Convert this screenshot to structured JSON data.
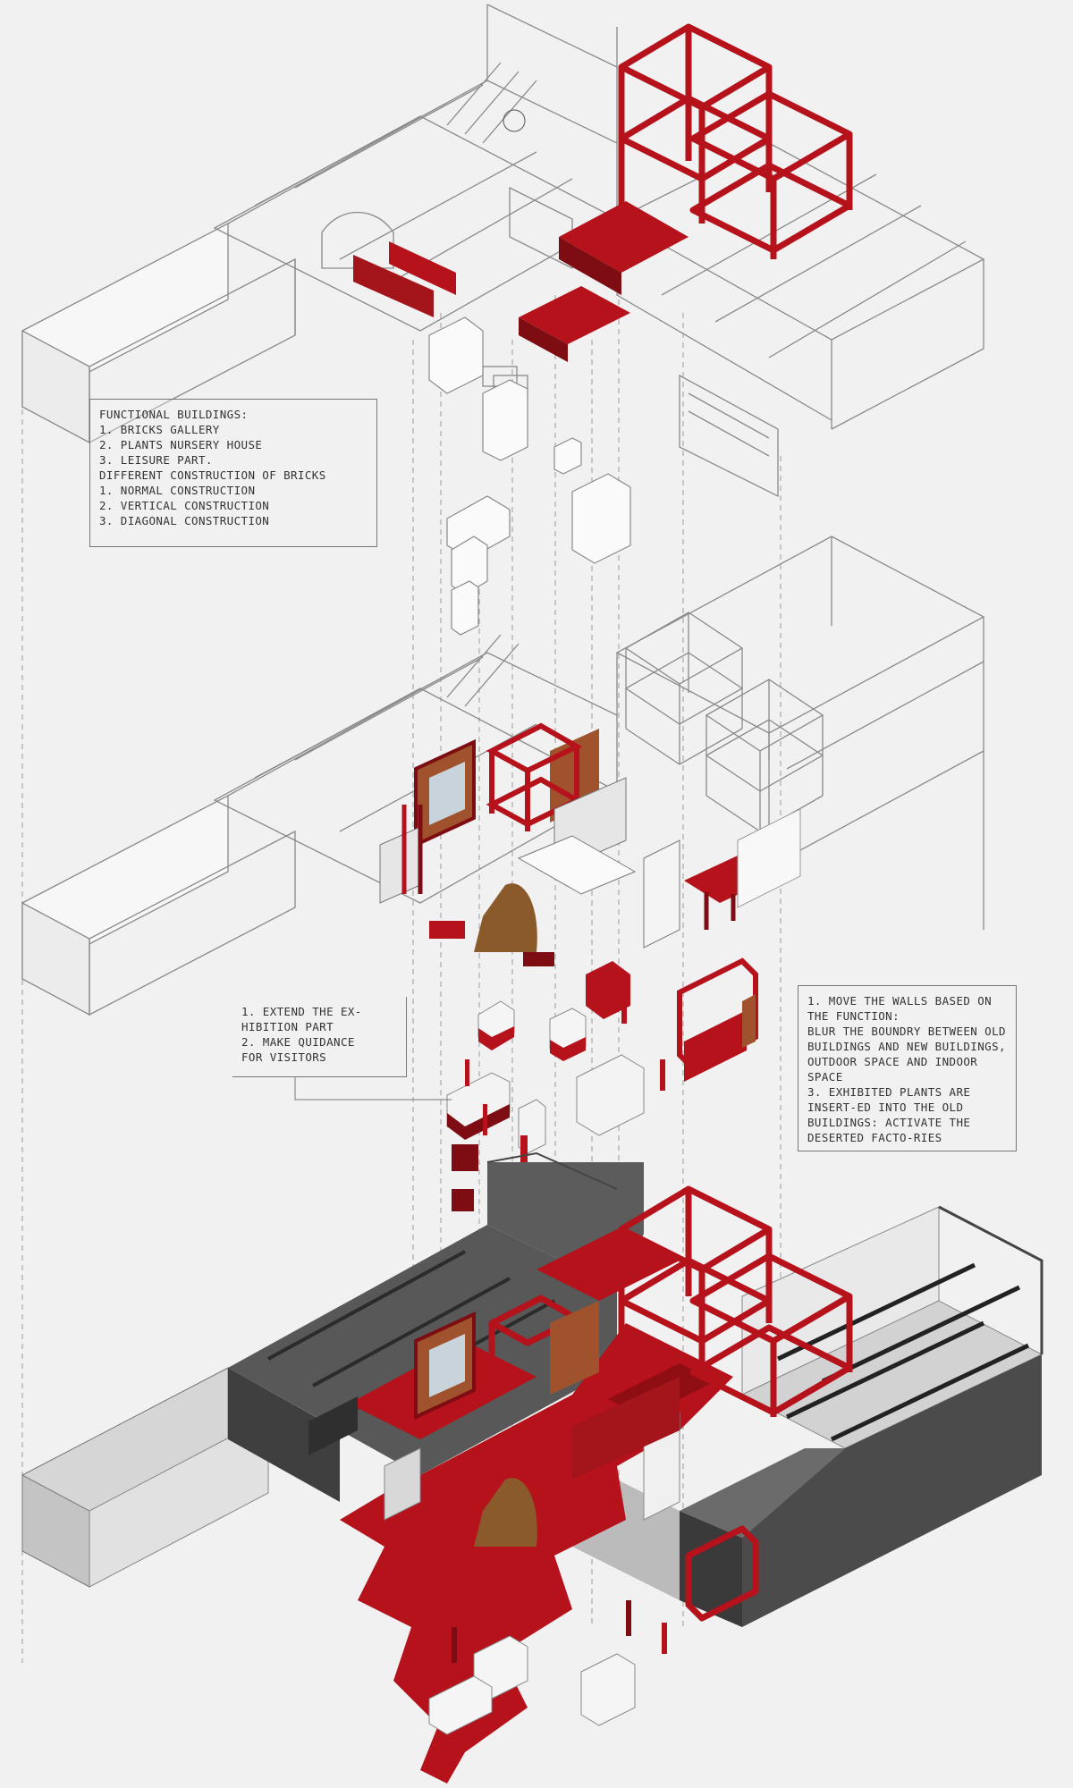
{
  "notes": {
    "functional": {
      "lines": [
        "FUNCTIONAL BUILDINGS:",
        "1. BRICKS GALLERY",
        "2. PLANTS NURSERY HOUSE",
        "3. LEISURE PART.",
        "DIFFERENT CONSTRUCTION OF BRICKS",
        "1. NORMAL CONSTRUCTION",
        "2. VERTICAL CONSTRUCTION",
        "3. DIAGONAL CONSTRUCTION"
      ]
    },
    "extend": {
      "lines": [
        "1. EXTEND THE EX-",
        "HIBITION PART",
        "2. MAKE QUIDANCE",
        "FOR VISITORS"
      ]
    },
    "walls": {
      "lines": [
        "1. MOVE THE WALLS BASED ON THE FUNCTION:",
        "BLUR THE BOUNDRY BETWEEN OLD BUILDINGS AND NEW BUILDINGS, OUTDOOR SPACE AND INDOOR SPACE",
        "3. EXHIBITED PLANTS ARE INSERT-ED INTO THE OLD BUILDINGS: ACTIVATE THE DESERTED FACTO-RIES"
      ]
    }
  },
  "colors": {
    "background": "#f1f1f1",
    "linework": "#8a8a8a",
    "accent_red": "#b5121b",
    "dark_red": "#7d0d12",
    "concrete": "#cfcfcf",
    "dark_wall": "#4a4a4a",
    "brick": "#a0522d"
  }
}
